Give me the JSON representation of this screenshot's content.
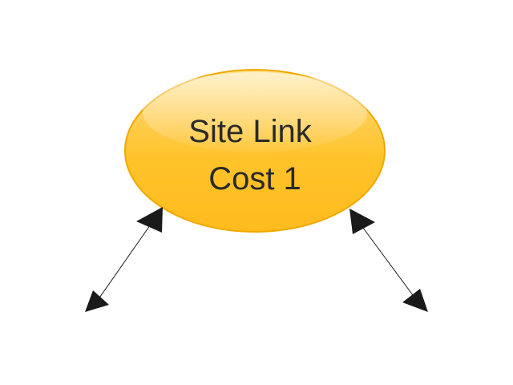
{
  "node": {
    "line1": "Site Link",
    "line2": "Cost 1",
    "fill_color": "#ffc32a",
    "stroke_color": "#f0a800",
    "text_color": "#2a2a2a"
  },
  "connectors": [
    {
      "name": "left-connector",
      "style": "double-arrow",
      "color": "#1a1a1a"
    },
    {
      "name": "right-connector",
      "style": "double-arrow",
      "color": "#1a1a1a"
    }
  ]
}
